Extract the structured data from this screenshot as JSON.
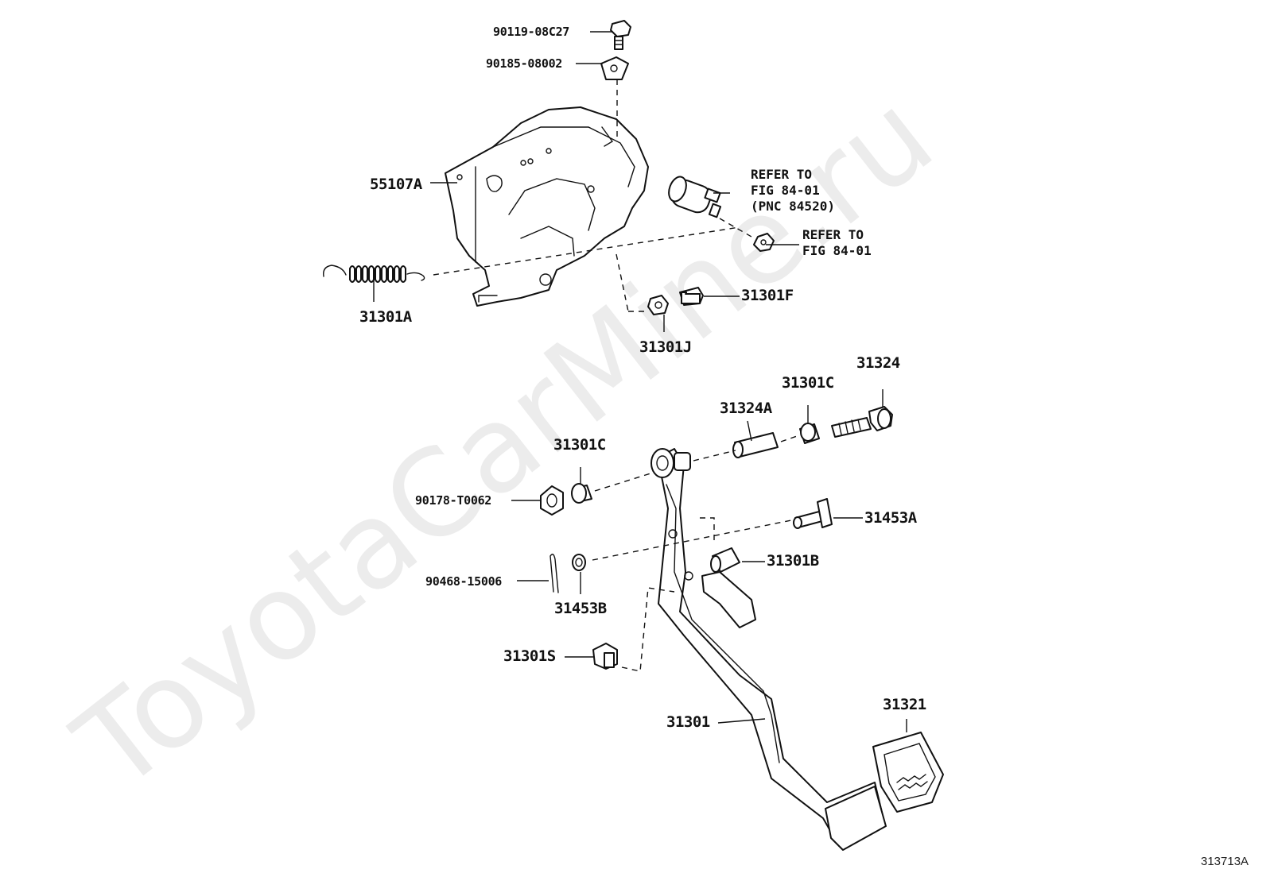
{
  "watermark": "ToyotaCarMine.ru",
  "figure_code": "313713A",
  "parts": {
    "p_90119": "90119-08C27",
    "p_90185": "90185-08002",
    "p_55107A": "55107A",
    "p_31301A": "31301A",
    "p_31301F": "31301F",
    "p_31301J": "31301J",
    "p_31324": "31324",
    "p_31301C_top": "31301C",
    "p_31324A": "31324A",
    "p_31301C_mid": "31301C",
    "p_90178": "90178-T0062",
    "p_31453A": "31453A",
    "p_31301B": "31301B",
    "p_90468": "90468-15006",
    "p_31453B": "31453B",
    "p_31301S": "31301S",
    "p_31301": "31301",
    "p_31321": "31321"
  },
  "notes": {
    "switch_line1": "REFER TO",
    "switch_line2": "FIG 84-01",
    "switch_line3": "(PNC 84520)",
    "nut_line1": "REFER TO",
    "nut_line2": "FIG 84-01"
  }
}
